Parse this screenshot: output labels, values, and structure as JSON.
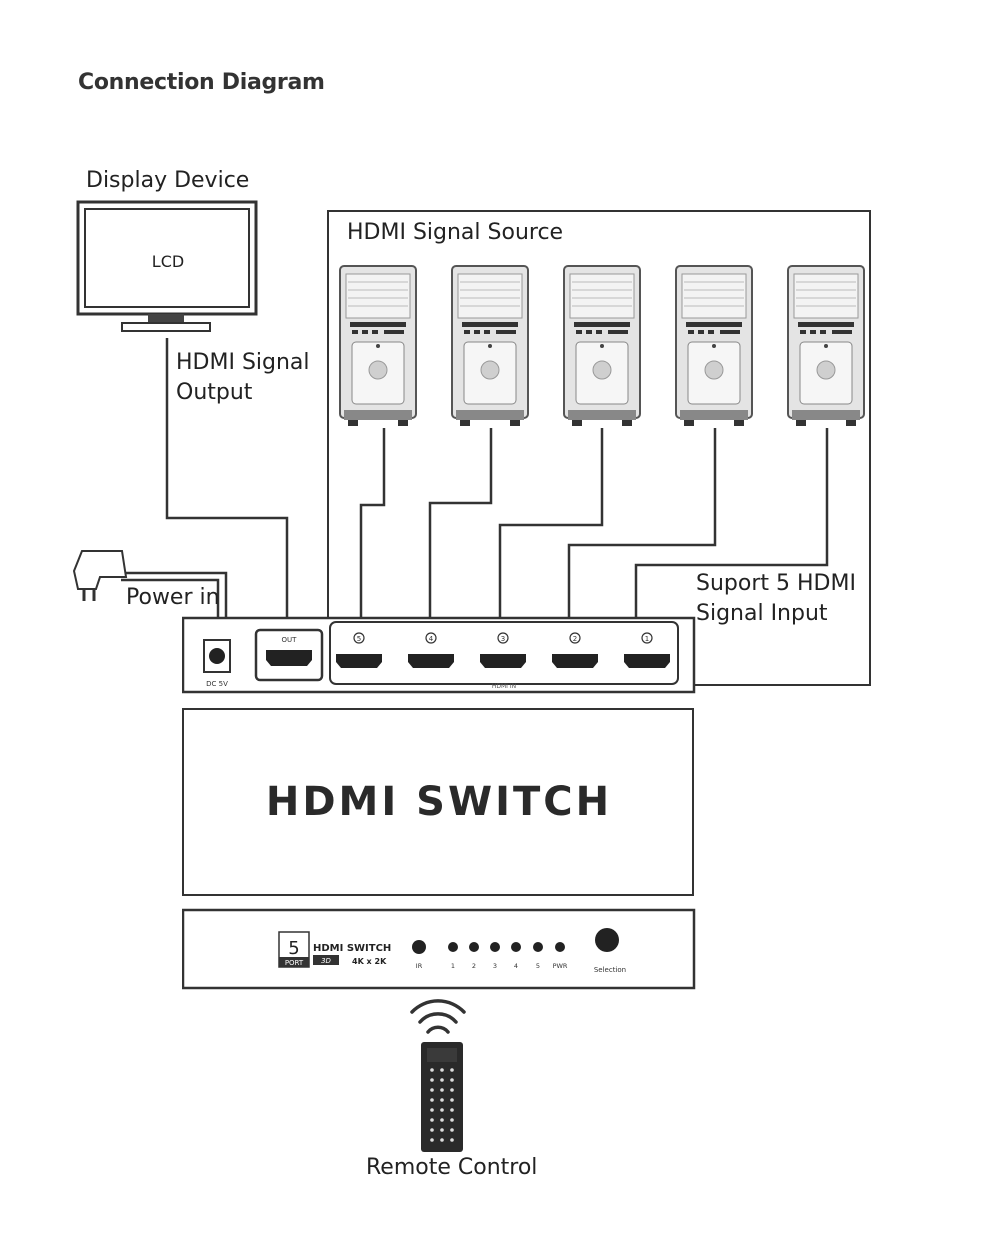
{
  "heading": "Connection Diagram",
  "display": {
    "label": "Display Device",
    "screen_text": "LCD"
  },
  "source": {
    "label": "HDMI Signal Source",
    "pc_count": 5
  },
  "output_label": {
    "line1": "HDMI Signal",
    "line2": "Output"
  },
  "power_label": "Power in",
  "input_label": {
    "line1": "Suport 5 HDMI",
    "line2": "Signal Input"
  },
  "back_panel": {
    "dc_label": "DC 5V",
    "out_label": "OUT",
    "input_ports": [
      "5",
      "4",
      "3",
      "2",
      "1"
    ],
    "hdmi_in_label": "HDMI IN"
  },
  "switch_label": "HDMI SWITCH",
  "front_panel": {
    "logo_number": "5",
    "logo_port": "PORT",
    "logo_title": "HDMI SWITCH",
    "logo_sub_3d": "3D",
    "logo_sub_res": "4K x 2K",
    "ir_label": "IR",
    "led_labels": [
      "1",
      "2",
      "3",
      "4",
      "5",
      "PWR"
    ],
    "selection_label": "Selection"
  },
  "remote_label": "Remote Control"
}
